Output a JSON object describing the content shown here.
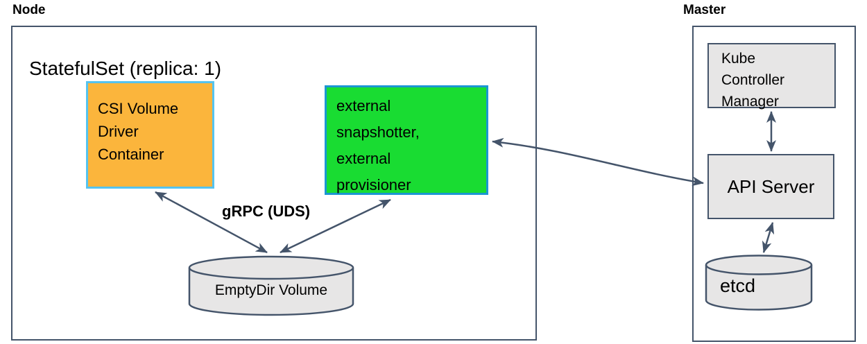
{
  "diagram": {
    "node_section": {
      "label": "Node",
      "statefulset": {
        "title": "StatefulSet (replica: 1)",
        "csi_driver_box": {
          "lines": [
            "CSI Volume",
            "Driver",
            "Container"
          ],
          "fill": "#FBB53C",
          "border": "#55C3F0"
        },
        "sidecar_box": {
          "lines": [
            "external",
            "snapshotter,",
            "external",
            "provisioner"
          ],
          "fill": "#19DC32",
          "border": "#1B96D2"
        },
        "grpc_label": "gRPC (UDS)",
        "emptydir_volume": {
          "label": "EmptyDir Volume",
          "fill": "#E7E6E6"
        }
      }
    },
    "master_section": {
      "label": "Master",
      "kube_controller_manager": {
        "lines": [
          "Kube",
          "Controller",
          "Manager"
        ],
        "fill": "#E7E6E6"
      },
      "api_server": {
        "label": "API Server",
        "fill": "#E7E6E6"
      },
      "etcd": {
        "label": "etcd",
        "fill": "#E7E6E6"
      }
    },
    "colors": {
      "line": "#44546A",
      "background": "#FFFFFF"
    }
  }
}
